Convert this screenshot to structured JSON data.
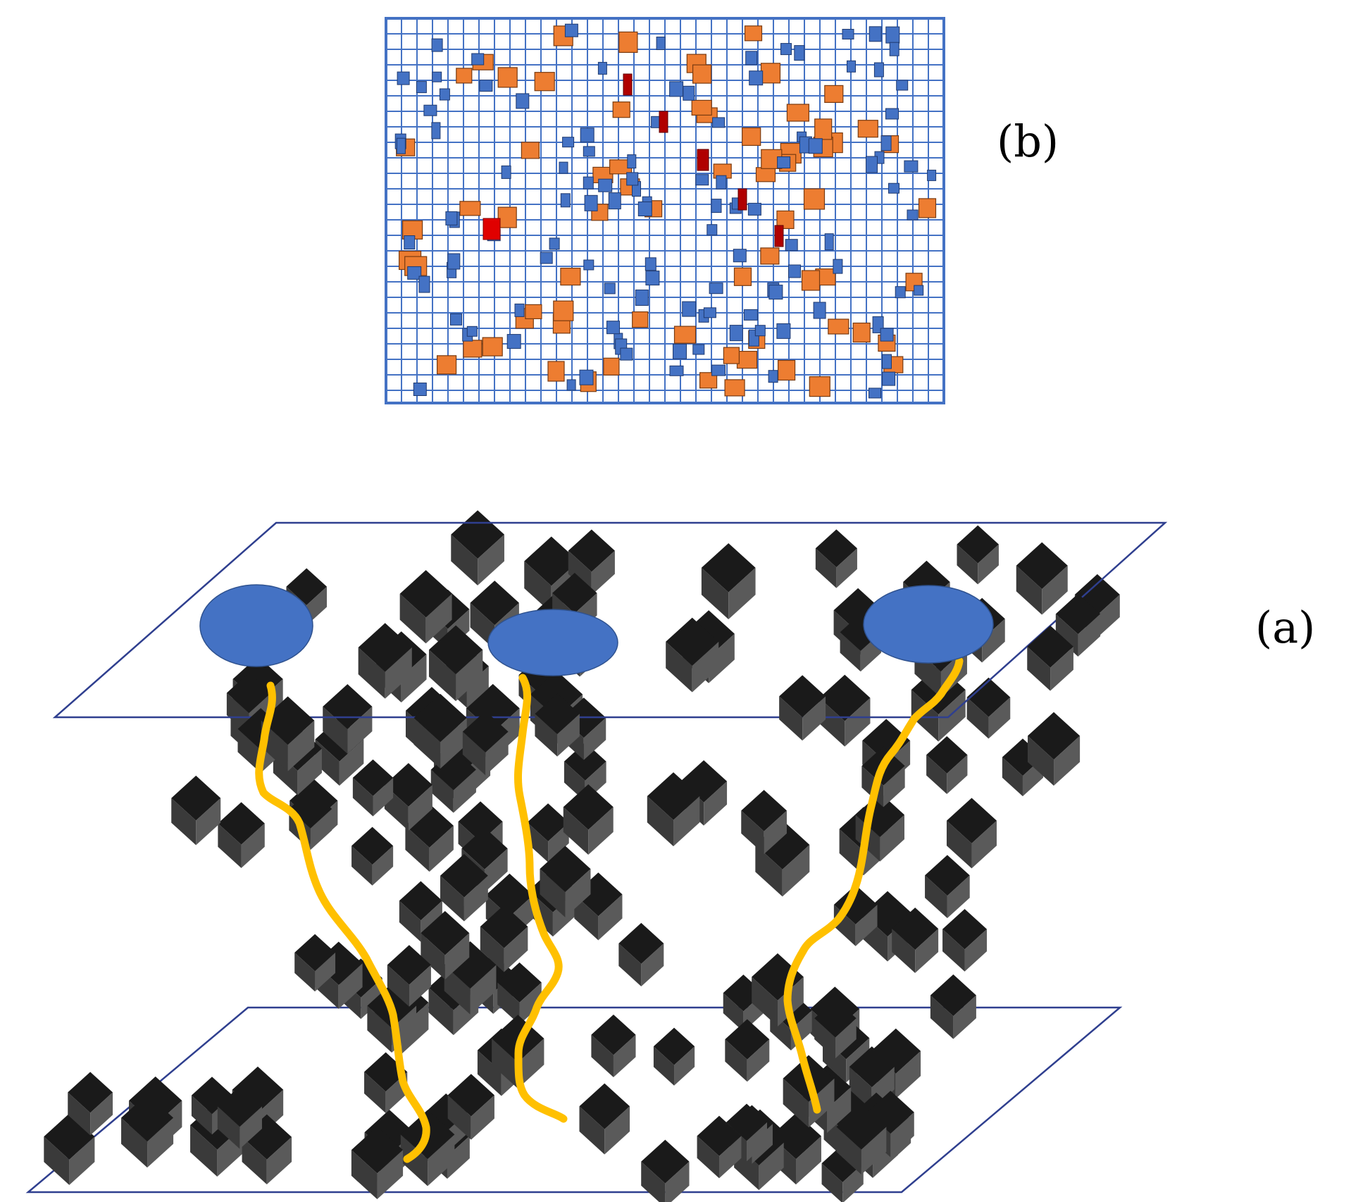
{
  "figure": {
    "panel_b": {
      "label": "(b)",
      "colors": {
        "grid": "#4472C4",
        "background": "#FFFFFF",
        "filler_large": "#ED7D31",
        "filler_small": "#4472C4",
        "highlight_red": "#E00000",
        "highlight_dark_red": "#B00000"
      }
    },
    "panel_a": {
      "label": "(a)",
      "colors": {
        "plane_outline": "#2F3F8F",
        "electrode": "#4472C4",
        "conductive_path": "#FFC000",
        "cube_top": "#1a1a1a",
        "cube_left": "#3a3a3a",
        "cube_right": "#5a5a5a"
      },
      "electrode_count": 3,
      "path_count": 3
    }
  }
}
